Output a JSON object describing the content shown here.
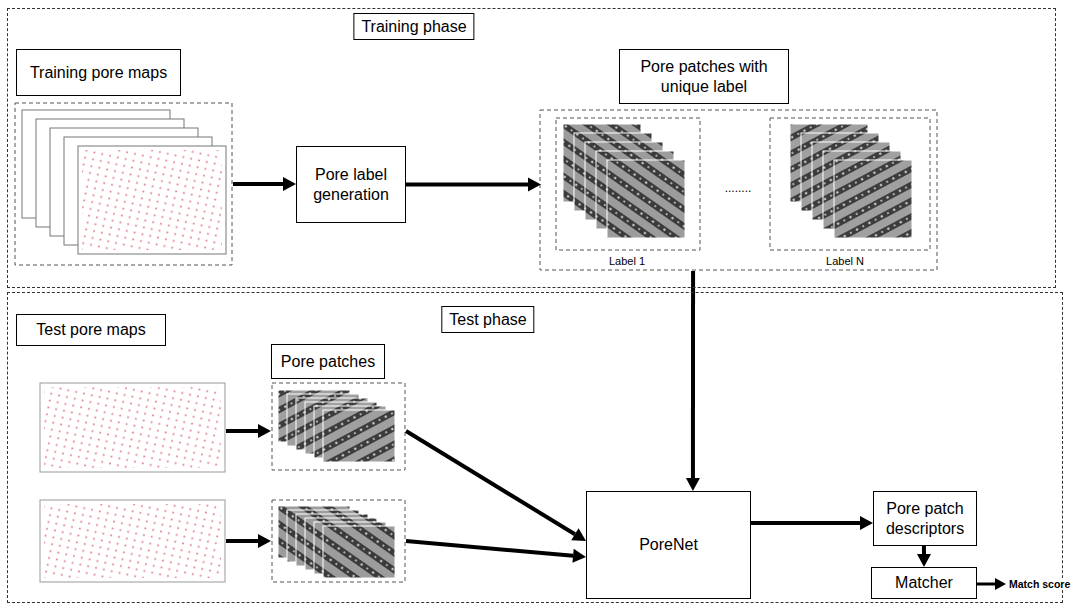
{
  "diagram": {
    "nodes": [
      {
        "text": [
          "Training phase"
        ]
      },
      {
        "text": [
          "Training pore maps"
        ],
        "in": 0
      },
      {
        "text": [
          "Pore label generation"
        ],
        "in": 0
      },
      {
        "text": [
          "Pore patches with unique label"
        ],
        "in": 0
      },
      {
        "text": [
          "Test phase"
        ]
      },
      {
        "text": [
          "Test pore maps"
        ],
        "in": 4
      },
      {
        "text": [
          "Pore patches"
        ],
        "in": 4
      },
      {
        "text": [
          "PoreNet"
        ],
        "in": 4
      },
      {
        "text": [
          "Pore patch descriptors"
        ],
        "in": 4
      },
      {
        "text": [
          "Matcher"
        ],
        "in": 4
      }
    ],
    "edges": [
      {
        "from": 1,
        "to": 2,
        "arrow": "to"
      },
      {
        "from": 2,
        "to": 3,
        "arrow": "to"
      },
      {
        "from": 3,
        "to": 7,
        "arrow": "to"
      },
      {
        "from": 5,
        "to": 6,
        "arrow": "to"
      },
      {
        "from": 6,
        "to": 7,
        "arrow": "to"
      },
      {
        "from": 7,
        "to": 8,
        "arrow": "to"
      },
      {
        "from": 8,
        "to": 9,
        "arrow": "to"
      }
    ],
    "labels": [
      "Label 1",
      "........",
      "Label N",
      "Match score"
    ]
  }
}
